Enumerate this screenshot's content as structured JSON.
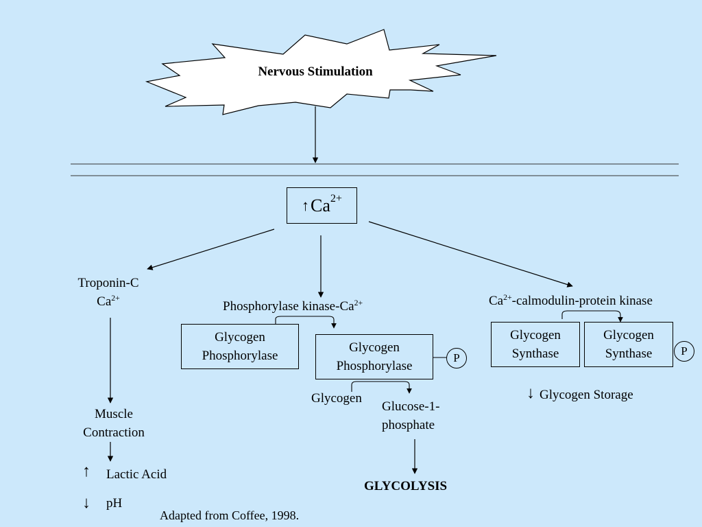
{
  "burst": {
    "label": "Nervous Stimulation"
  },
  "calcium": {
    "arrow": "↑",
    "base": "Ca",
    "charge": "2+"
  },
  "troponin": {
    "line1": "Troponin-C",
    "line2_base": "Ca",
    "line2_charge": "2+"
  },
  "muscle": {
    "line1": "Muscle",
    "line2": "Contraction"
  },
  "lactic": {
    "arrow": "↑",
    "label": "Lactic Acid"
  },
  "ph": {
    "arrow": "↓",
    "label": "pH"
  },
  "phos_kinase": {
    "base": "Phosphorylase kinase-Ca",
    "charge": "2+"
  },
  "gp_left": {
    "line1": "Glycogen",
    "line2": "Phosphorylase"
  },
  "gp_right": {
    "line1": "Glycogen",
    "line2": "Phosphorylase"
  },
  "p_symbol": "P",
  "glycogen_label": "Glycogen",
  "glucose": {
    "line1": "Glucose-1-",
    "line2": "phosphate"
  },
  "glycolysis": "GLYCOLYSIS",
  "calmodulin": {
    "base": "Ca",
    "charge": "2+",
    "rest": "-calmodulin-protein kinase"
  },
  "gs_left": {
    "line1": "Glycogen",
    "line2": "Synthase"
  },
  "gs_right": {
    "line1": "Glycogen",
    "line2": "Synthase"
  },
  "storage": {
    "arrow": "↓",
    "label": "Glycogen Storage"
  },
  "citation": "Adapted from Coffee, 1998."
}
